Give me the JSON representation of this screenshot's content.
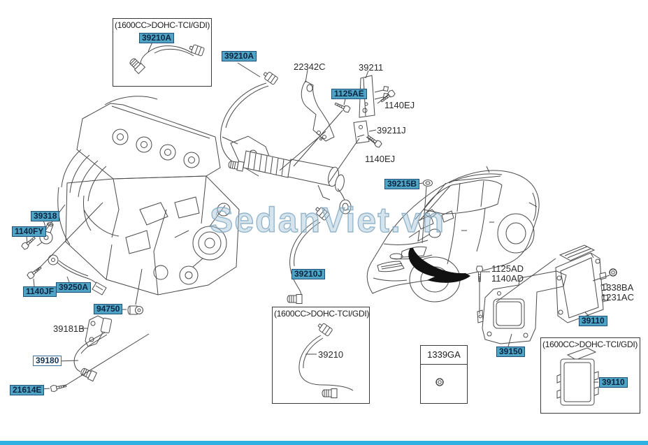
{
  "watermark": {
    "text": "SedanViet.vn"
  },
  "insets": {
    "variant_title": "(1600CC>DOHC-TCI/GDI)",
    "nut_box_title": "1339GA"
  },
  "labels": {
    "l39210a_inset": "39210A",
    "l39210a": "39210A",
    "l22342c": "22342C",
    "l39211": "39211",
    "l1125ae": "1125AE",
    "l1140ej_a": "1140EJ",
    "l39211j": "39211J",
    "l1140ej_b": "1140EJ",
    "l39215b": "39215B",
    "l39318": "39318",
    "l1140fy": "1140FY",
    "l39250a": "39250A",
    "l1140jf": "1140JF",
    "l94750": "94750",
    "l39181b": "39181B",
    "l39180": "39180",
    "l21614e": "21614E",
    "l39210j": "39210J",
    "l1125ad": "1125AD",
    "l1140ad": "1140AD",
    "l1338ba": "1338BA",
    "l1231ac": "1231AC",
    "l39150": "39150",
    "l39110": "39110",
    "l39110_inset": "39110",
    "l39210_inset": "39210"
  },
  "colors": {
    "background": "#ffffff",
    "line_art": "#4a4a4a",
    "plain_text": "#2a2a2a",
    "highlight_bg": "#4fa3c4",
    "highlight_border": "#1d4f78",
    "highlight_text": "#0a2540",
    "outline_label_border": "#3d6e96",
    "watermark": "#9cc0d6",
    "bottom_bar": "#2fb1e2"
  }
}
